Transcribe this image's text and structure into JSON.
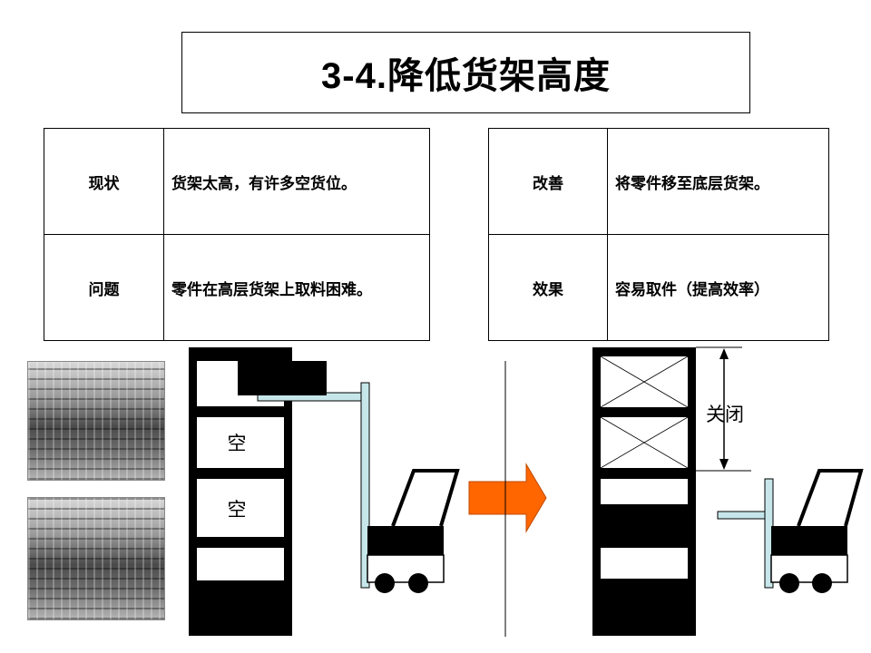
{
  "title": "3-4.降低货架高度",
  "table_left": {
    "rows": [
      {
        "key": "现状",
        "value": "货架太高，有许多空货位。"
      },
      {
        "key": "问题",
        "value": "零件在高层货架上取料困难。"
      }
    ]
  },
  "table_right": {
    "rows": [
      {
        "key": "改善",
        "value": "将零件移至底层货架。"
      },
      {
        "key": "效果",
        "value": "容易取件（提高效率）"
      }
    ]
  },
  "diagram": {
    "empty_label_1": "空",
    "empty_label_2": "空",
    "closed_label": "关闭"
  },
  "colors": {
    "arrow": "#ff6600",
    "forklift_mast": "#c6e6ea"
  }
}
